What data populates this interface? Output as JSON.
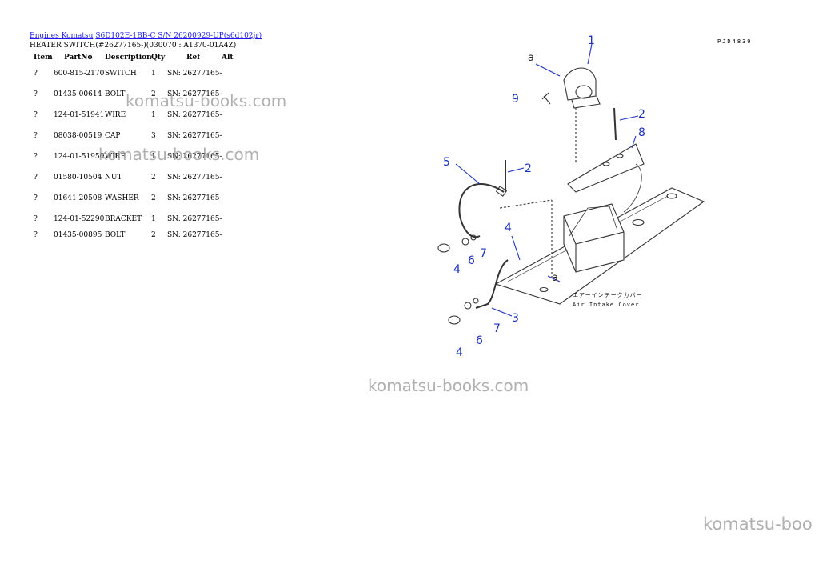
{
  "breadcrumb": {
    "link1": "Engines Komatsu",
    "link2": "S6D102E-1BB-C S/N 26200929-UP(s6d102jr)"
  },
  "subtitle": "HEATER SWITCH(#26277165-)(030070 : A1370-01A4Z)",
  "table": {
    "headers": {
      "item": "Item",
      "partno": "PartNo",
      "desc": "Description",
      "qty": "Qty",
      "ref": "Ref",
      "alt": "Alt"
    },
    "rows": [
      {
        "item": "?",
        "partno": "600-815-2170",
        "desc": "SWITCH",
        "qty": "1",
        "ref": "SN: 26277165-"
      },
      {
        "item": "?",
        "partno": "01435-00614",
        "desc": "BOLT",
        "qty": "2",
        "ref": "SN: 26277165-"
      },
      {
        "item": "?",
        "partno": "124-01-51941",
        "desc": "WIRE",
        "qty": "1",
        "ref": "SN: 26277165-"
      },
      {
        "item": "?",
        "partno": "08038-00519",
        "desc": "CAP",
        "qty": "3",
        "ref": "SN: 26277165-"
      },
      {
        "item": "?",
        "partno": "124-01-51950",
        "desc": "WIRE",
        "qty": "1",
        "ref": "SN: 26277165-"
      },
      {
        "item": "?",
        "partno": "01580-10504",
        "desc": "NUT",
        "qty": "2",
        "ref": "SN: 26277165-"
      },
      {
        "item": "?",
        "partno": "01641-20508",
        "desc": "WASHER",
        "qty": "2",
        "ref": "SN: 26277165-"
      },
      {
        "item": "?",
        "partno": "124-01-52290",
        "desc": "BRACKET",
        "qty": "1",
        "ref": "SN: 26277165-"
      },
      {
        "item": "?",
        "partno": "01435-00895",
        "desc": "BOLT",
        "qty": "2",
        "ref": "SN: 26277165-"
      }
    ]
  },
  "watermark": {
    "text": "komatsu-books.com",
    "text_cut": "komatsu-boo"
  },
  "diagram": {
    "code": "PJD4839",
    "callouts": [
      "1",
      "2",
      "2",
      "3",
      "4",
      "4",
      "4",
      "5",
      "6",
      "6",
      "7",
      "7",
      "8",
      "9"
    ],
    "labels": [
      "a",
      "a"
    ],
    "note_jp": "エアーインテークカバー",
    "note_en": "Air Intake Cover"
  },
  "colors": {
    "link": "#1a1aee",
    "callout": "#1c2fc4",
    "watermark": "#969696"
  }
}
